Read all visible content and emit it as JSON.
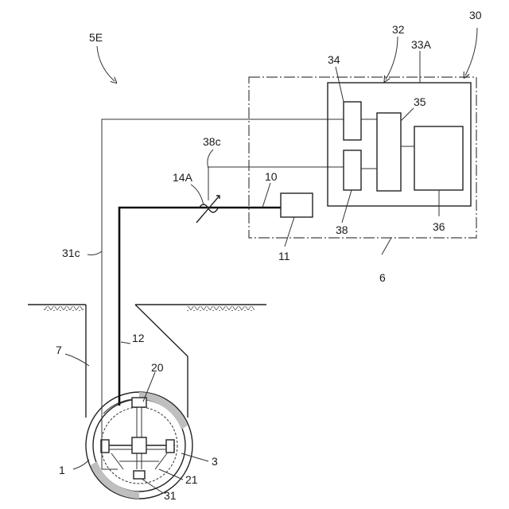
{
  "labels": {
    "fig_ref": "5E",
    "system": "30",
    "unit": "32",
    "panel": "33A",
    "block_34": "34",
    "block_35": "35",
    "block_36": "36",
    "block_38": "38",
    "line_38c": "38c",
    "coupler": "14A",
    "fiber_10": "10",
    "device_11": "11",
    "line_31c": "31c",
    "enclosure_6": "6",
    "pit": "7",
    "cable_12": "12",
    "pipe": "1",
    "sensor_20": "20",
    "lining": "3",
    "frame": "21",
    "sensor_31": "31"
  },
  "ground_hatch_icon": "ground-hatch-icon",
  "colors": {
    "line": "#222222",
    "background": "#ffffff"
  }
}
